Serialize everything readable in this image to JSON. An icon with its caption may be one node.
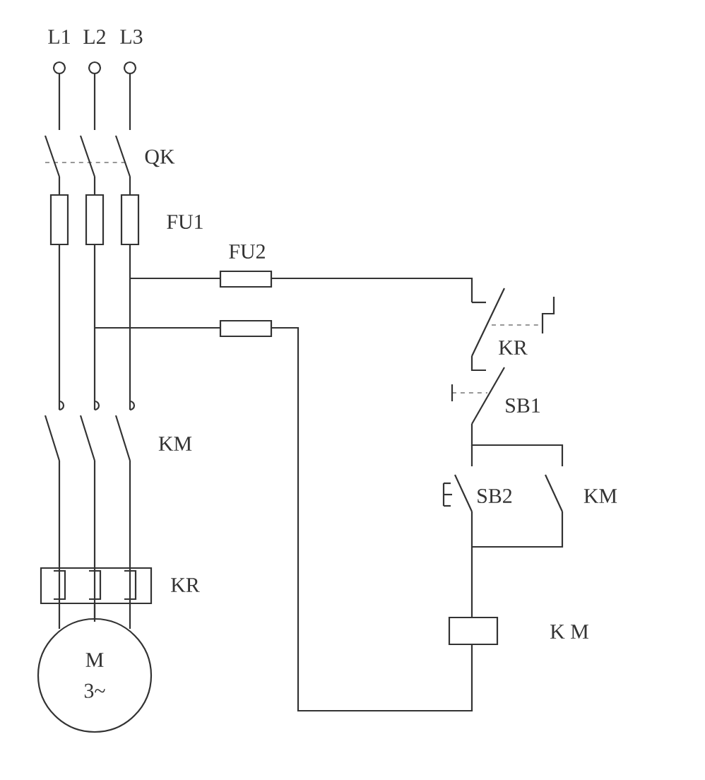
{
  "diagram": {
    "nodes": [
      {
        "text": [
          "M",
          "3~"
        ]
      }
    ],
    "edges": [],
    "labels": [
      "L1",
      "L2",
      "L3",
      "QK",
      "FU1",
      "FU2",
      "KR",
      "SB1",
      "KM",
      "SB2",
      "KM",
      "KR",
      "K M"
    ]
  }
}
